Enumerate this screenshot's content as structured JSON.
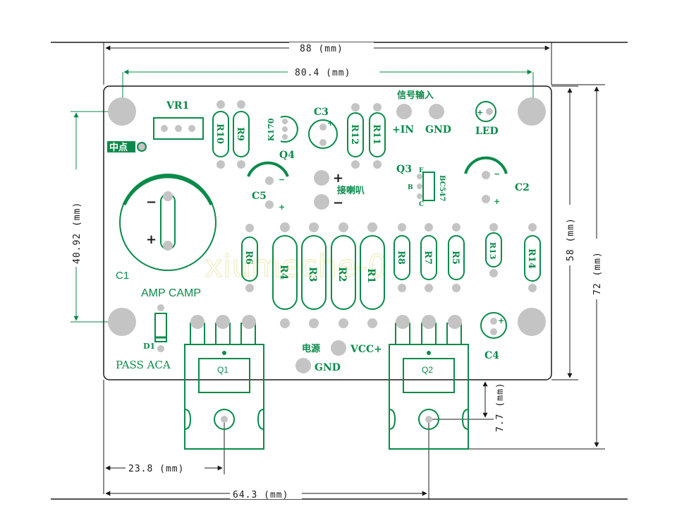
{
  "dimensions": {
    "total_width": "88 (mm)",
    "hole_spacing_x": "80.4 (mm)",
    "hole_spacing_y": "40.92 (mm)",
    "board_height": "58 (mm)",
    "total_height": "72 (mm)",
    "q1_offset": "23.8 (mm)",
    "q2_offset": "64.3 (mm)",
    "tab_offset": "7.7 (mm)"
  },
  "labels": {
    "vr1": "VR1",
    "zhongdian": "中点",
    "c1": "C1",
    "amp_camp": "AMP CAMP",
    "d1": "D1",
    "pass_aca": "PASS ACA",
    "r10": "R10",
    "r9": "R9",
    "k170": "K170",
    "q4": "Q4",
    "c3": "C3",
    "r12": "R12",
    "r11": "R11",
    "signal_input": "信号输入",
    "in_plus": "+IN",
    "gnd_top": "GND",
    "led": "LED",
    "c5": "C5",
    "speaker": "接喇叭",
    "q3": "Q3",
    "bc547": "BC547",
    "pin_e": "E",
    "pin_b": "B",
    "pin_c": "C",
    "c2": "C2",
    "r6": "R6",
    "r4": "R4",
    "r3": "R3",
    "r2": "R2",
    "r1": "R1",
    "r8": "R8",
    "r7": "R7",
    "r5": "R5",
    "r13": "R13",
    "r14": "R14",
    "power": "电源",
    "vcc": "VCC+",
    "gnd_bottom": "GND",
    "c4": "C4",
    "q1": "Q1",
    "q2": "Q2",
    "watermark": "xiumeche-0"
  },
  "colors": {
    "trace": "#0a8a4a",
    "pad": "#c4c4c4",
    "dimension": "#1a1a1a",
    "board_outline": "#1a1a1a"
  }
}
